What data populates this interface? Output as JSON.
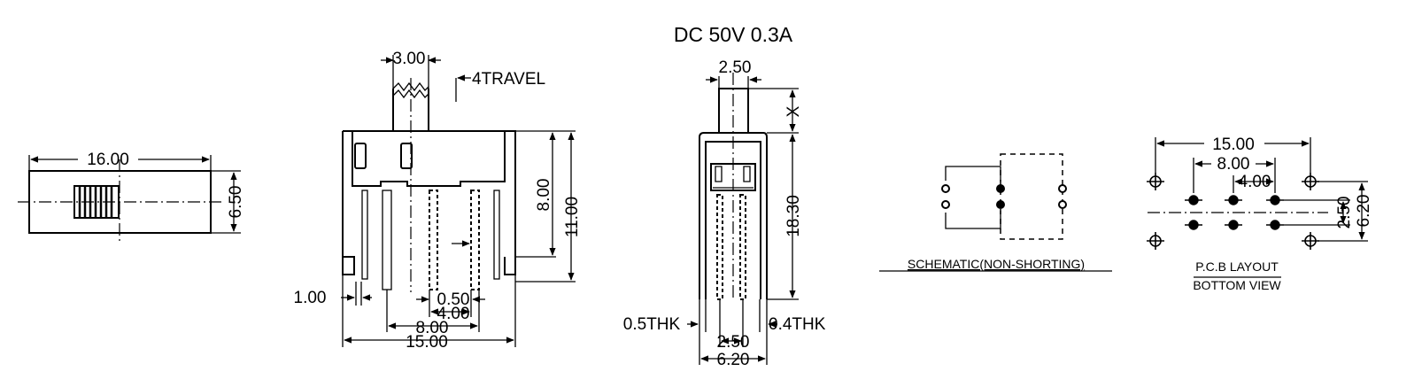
{
  "header": {
    "rating": "DC  50V  0.3A"
  },
  "top_view": {
    "width_dim": "16.00",
    "height_dim": "6.50"
  },
  "front_view": {
    "actuator_width": "3.00",
    "travel": "4TRAVEL",
    "body_height": "8.00",
    "total_height": "11.00",
    "lead_width": "1.00",
    "pin_width": "0.50",
    "pin_pitch": "4.00",
    "outer_pin_span": "8.00",
    "overall_width": "15.00"
  },
  "side_view": {
    "actuator_width": "2.50",
    "x_label": "X",
    "height_dim": "18.30",
    "left_thk": "0.5THK",
    "right_thk": "0.4THK",
    "pin_pitch": "2.50",
    "overall_width": "6.20"
  },
  "schematic": {
    "caption": "SCHEMATIC(NON-SHORTING)"
  },
  "pcb": {
    "caption_line1": "P.C.B LAYOUT",
    "caption_line2": "BOTTOM VIEW",
    "span_outer": "15.00",
    "span_mid": "8.00",
    "span_inner": "4.00",
    "row_pitch": "2.50",
    "mount_pitch": "6.20"
  }
}
